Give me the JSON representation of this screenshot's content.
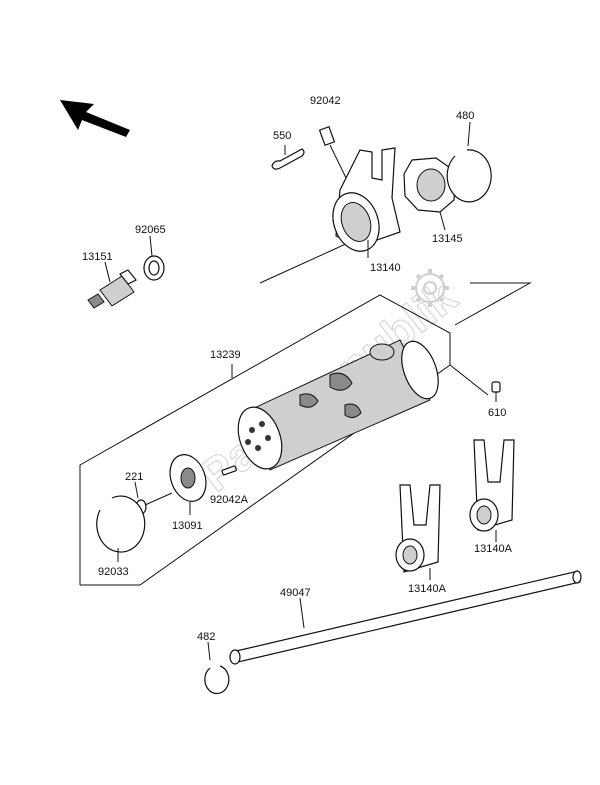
{
  "watermark": "PartsRepublik",
  "parts": {
    "p92042": "92042",
    "p550": "550",
    "p480": "480",
    "p92065": "92065",
    "p13151": "13151",
    "p13145": "13145",
    "p13140": "13140",
    "p13239": "13239",
    "p610": "610",
    "p221": "221",
    "p92042A": "92042A",
    "p13091": "13091",
    "p92033": "92033",
    "p13140A_right": "13140A",
    "p13140A_left": "13140A",
    "p49047": "49047",
    "p482": "482"
  },
  "icons": {
    "direction": "front-direction-arrow-icon",
    "gear": "gear-icon"
  }
}
